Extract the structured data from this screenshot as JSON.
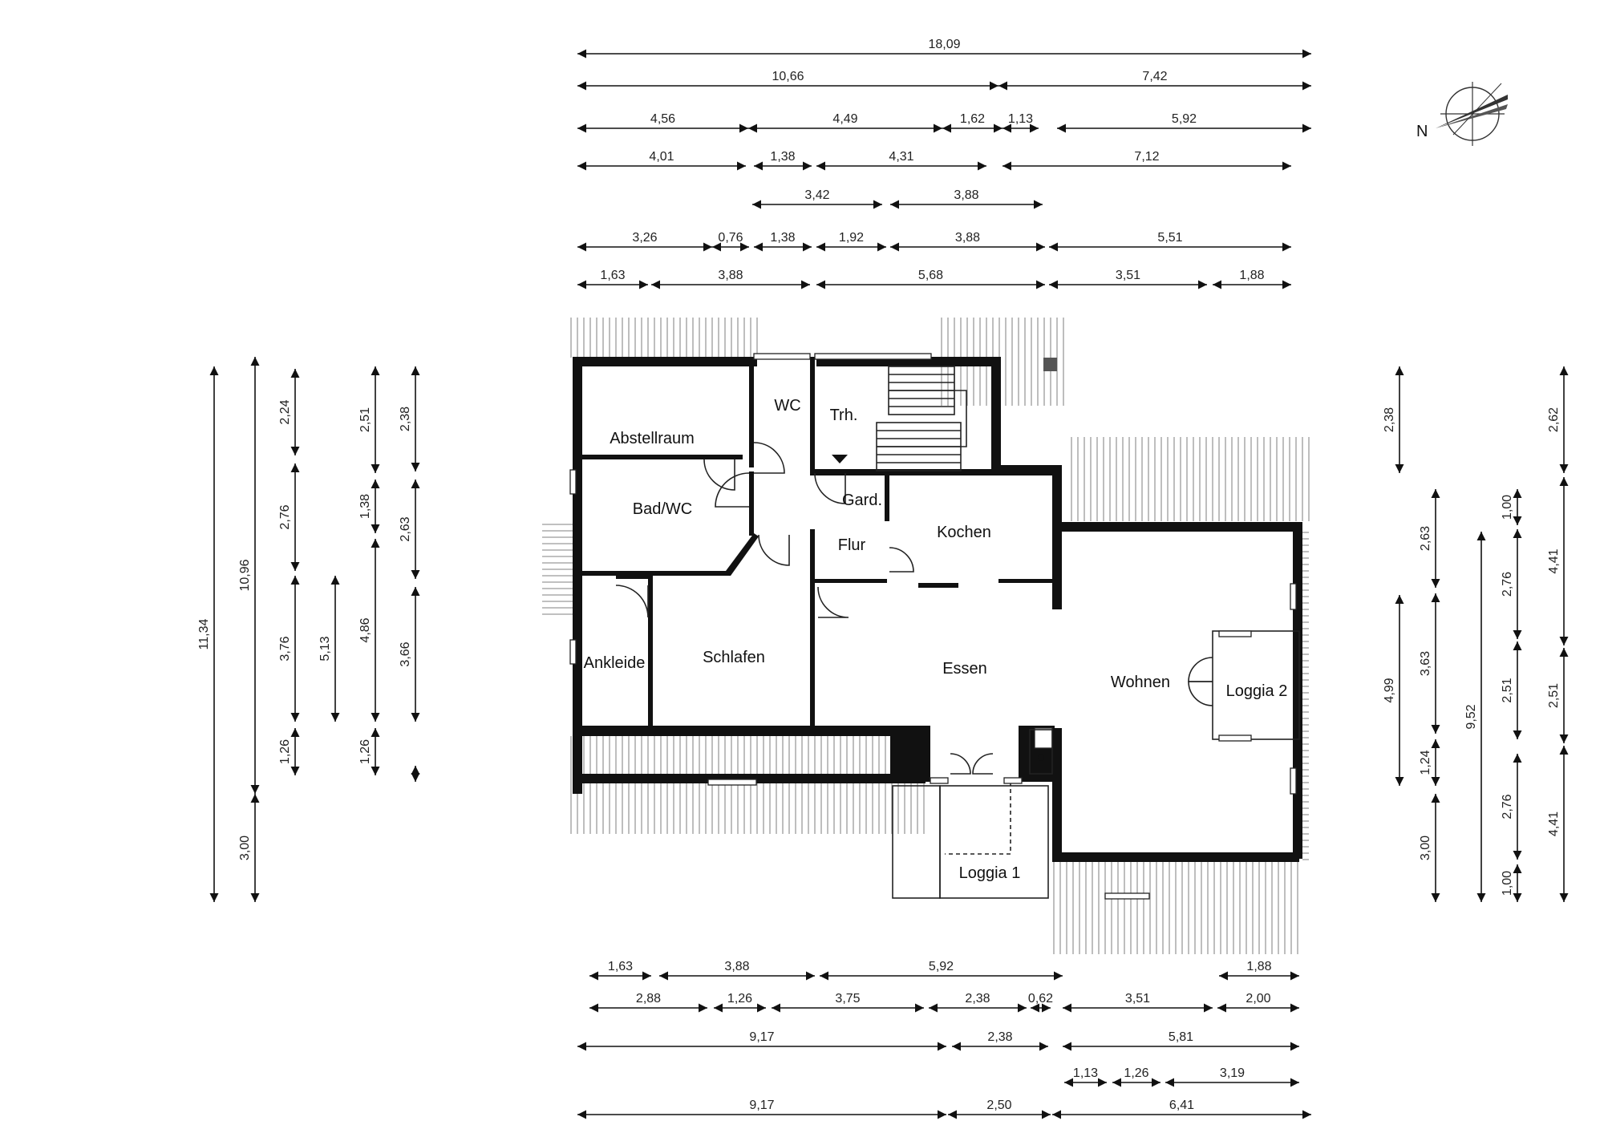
{
  "compass": {
    "label": "N",
    "icon": "compass-rose-icon"
  },
  "rooms": [
    {
      "key": "abstellraum",
      "label": "Abstellraum"
    },
    {
      "key": "wc",
      "label": "WC"
    },
    {
      "key": "trh",
      "label": "Trh."
    },
    {
      "key": "bad",
      "label": "Bad/WC"
    },
    {
      "key": "gard",
      "label": "Gard."
    },
    {
      "key": "flur",
      "label": "Flur"
    },
    {
      "key": "kochen",
      "label": "Kochen"
    },
    {
      "key": "ankleide",
      "label": "Ankleide"
    },
    {
      "key": "schlafen",
      "label": "Schlafen"
    },
    {
      "key": "essen",
      "label": "Essen"
    },
    {
      "key": "wohnen",
      "label": "Wohnen"
    },
    {
      "key": "loggia2",
      "label": "Loggia 2"
    },
    {
      "key": "loggia1",
      "label": "Loggia 1"
    }
  ],
  "dimensions": {
    "top": [
      [
        "18,09"
      ],
      [
        "10,66",
        "7,42"
      ],
      [
        "4,56",
        "4,49",
        "1,62",
        "1,13",
        "5,92"
      ],
      [
        "4,01",
        "1,38",
        "4,31",
        "7,12"
      ],
      [
        "3,42",
        "3,88"
      ],
      [
        "3,26",
        "0,76",
        "1,38",
        "1,92",
        "3,88",
        "5,51"
      ],
      [
        "1,63",
        "3,88",
        "5,68",
        "3,51",
        "1,88"
      ]
    ],
    "bottom": [
      [
        "1,63",
        "3,88",
        "5,92",
        "1,88"
      ],
      [
        "2,88",
        "1,26",
        "3,75",
        "2,38",
        "0,62",
        "3,51",
        "2,00"
      ],
      [
        "9,17",
        "2,38",
        "5,81"
      ],
      [
        "1,13",
        "1,26",
        "3,19"
      ],
      [
        "9,17",
        "2,50",
        "6,41"
      ]
    ],
    "left": [
      [
        "11,34"
      ],
      [
        "10,96",
        "3,00"
      ],
      [
        "2,24",
        "2,76",
        "3,76",
        "1,26"
      ],
      [
        "5,13"
      ],
      [
        "2,51",
        "1,38",
        "4,86",
        "1,26"
      ],
      [
        "2,38",
        "2,63",
        "3,66"
      ]
    ],
    "right": [
      [
        "2,38",
        "4,99"
      ],
      [
        "2,63",
        "3,63",
        "1,24",
        "3,00"
      ],
      [
        "9,52"
      ],
      [
        "1,00",
        "2,76",
        "2,51",
        "2,76",
        "1,00"
      ],
      [
        "2,62",
        "4,41",
        "2,51",
        "4,41"
      ]
    ]
  }
}
